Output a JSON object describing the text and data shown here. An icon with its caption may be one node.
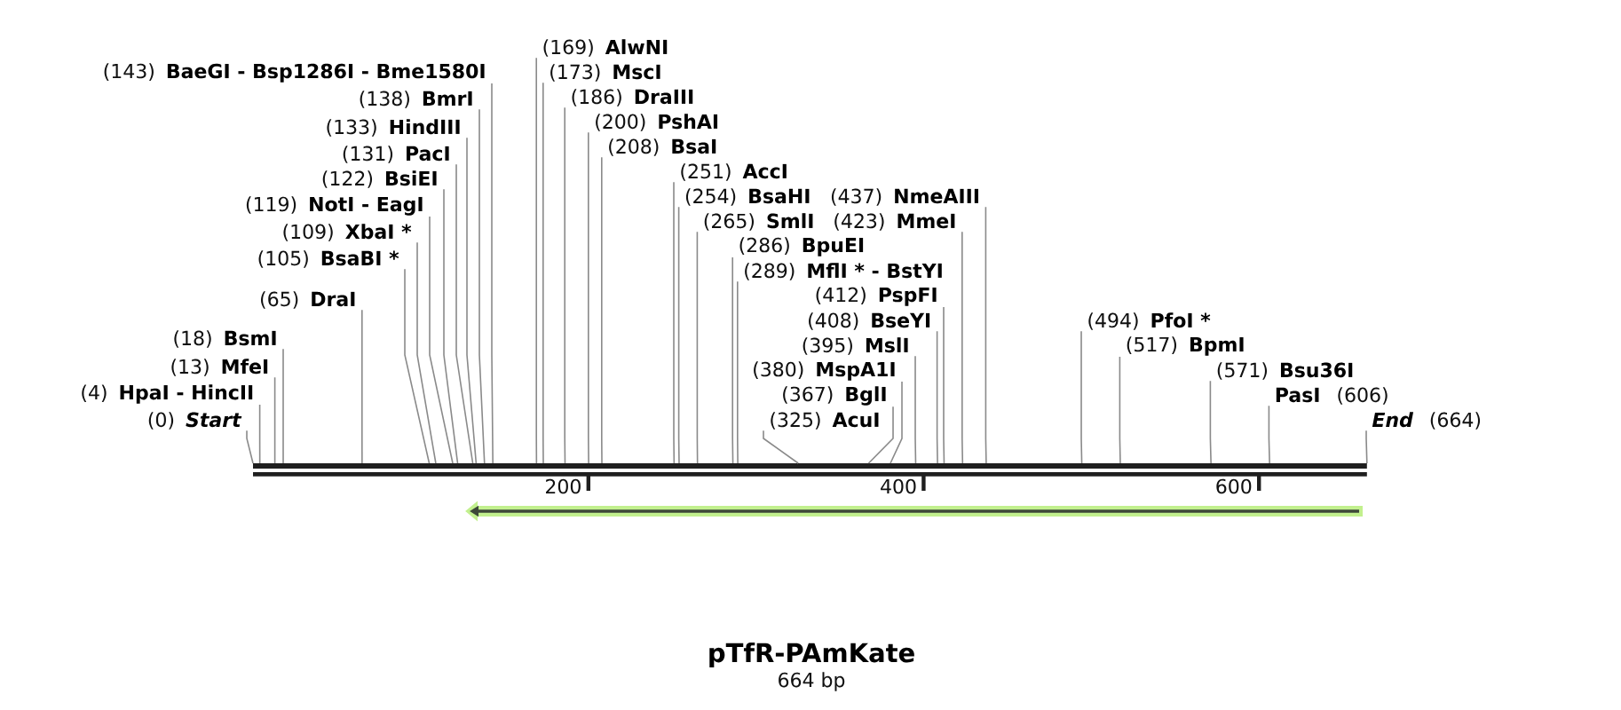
{
  "diagram": {
    "title": "pTfR-PAmKate",
    "caption": "664 bp",
    "nodes": [
      {
        "text": [
          "(143)",
          "BaeGI - Bsp1286I - Bme1580I"
        ]
      },
      {
        "text": [
          "(138)",
          "BmrI"
        ]
      },
      {
        "text": [
          "(133)",
          "HindIII"
        ]
      },
      {
        "text": [
          "(131)",
          "PacI"
        ]
      },
      {
        "text": [
          "(289)",
          "MflI * - BstYI"
        ]
      },
      {
        "text": [
          "(122)",
          "BsiEI"
        ]
      },
      {
        "text": [
          "(286)",
          "BpuEI"
        ]
      },
      {
        "text": [
          "(119)",
          "NotI - EagI"
        ]
      },
      {
        "text": [
          "(265)",
          "SmlI"
        ]
      },
      {
        "text": [
          "(437)",
          "NmeAIII"
        ]
      },
      {
        "text": [
          "(109)",
          "XbaI *"
        ]
      },
      {
        "text": [
          "(254)",
          "BsaHI"
        ]
      },
      {
        "text": [
          "(423)",
          "MmeI"
        ]
      },
      {
        "text": [
          "(105)",
          "BsaBI *"
        ]
      },
      {
        "text": [
          "(251)",
          "AccI"
        ]
      },
      {
        "text": [
          "(412)",
          "PspFI"
        ]
      },
      {
        "text": [
          "(65)",
          "DraI"
        ]
      },
      {
        "text": [
          "(408)",
          "BseYI"
        ]
      },
      {
        "text": [
          "(208)",
          "BsaI"
        ]
      },
      {
        "text": [
          "(395)",
          "MslI"
        ]
      },
      {
        "text": [
          "(18)",
          "BsmI"
        ]
      },
      {
        "text": [
          "(200)",
          "PshAI"
        ]
      },
      {
        "text": [
          "(571)",
          "Bsu36I"
        ]
      },
      {
        "text": [
          "(380)",
          "MspA1I"
        ]
      },
      {
        "text": [
          "(13)",
          "MfeI"
        ]
      },
      {
        "text": [
          "(186)",
          "DraIII"
        ]
      },
      {
        "text": [
          "(367)",
          "BglI"
        ]
      },
      {
        "text": [
          "(517)",
          "BpmI"
        ]
      },
      {
        "text": [
          "PasI",
          "(606)"
        ]
      },
      {
        "text": [
          "(4)",
          "HpaI - HincII"
        ]
      },
      {
        "text": [
          "(173)",
          "MscI"
        ]
      },
      {
        "text": [
          "(0)",
          "Start"
        ]
      },
      {
        "text": [
          "(169)",
          "AlwNI"
        ]
      },
      {
        "text": [
          "(325)",
          "AcuI"
        ]
      },
      {
        "text": [
          "(494)",
          "PfoI *"
        ]
      },
      {
        "text": [
          "End",
          "(664)"
        ]
      },
      {
        "text": [],
        "shape": "bar"
      }
    ],
    "edges": [
      {
        "from": 0,
        "to": 36,
        "arrow": "none"
      },
      {
        "from": 1,
        "to": 36,
        "arrow": "none"
      },
      {
        "from": 2,
        "to": 36,
        "arrow": "none"
      },
      {
        "from": 3,
        "to": 36,
        "arrow": "none"
      },
      {
        "from": 4,
        "to": 36,
        "arrow": "none"
      },
      {
        "from": 5,
        "to": 36,
        "arrow": "none"
      },
      {
        "from": 6,
        "to": 36,
        "arrow": "none"
      },
      {
        "from": 7,
        "to": 36,
        "arrow": "none"
      },
      {
        "from": 8,
        "to": 36,
        "arrow": "none"
      },
      {
        "from": 9,
        "to": 36,
        "arrow": "none"
      },
      {
        "from": 10,
        "to": 36,
        "arrow": "none"
      },
      {
        "from": 11,
        "to": 36,
        "arrow": "none"
      },
      {
        "from": 12,
        "to": 36,
        "arrow": "none"
      },
      {
        "from": 13,
        "to": 36,
        "arrow": "none"
      },
      {
        "from": 14,
        "to": 36,
        "arrow": "none"
      },
      {
        "from": 15,
        "to": 36,
        "arrow": "none"
      },
      {
        "from": 16,
        "to": 36,
        "arrow": "none"
      },
      {
        "from": 17,
        "to": 36,
        "arrow": "none"
      },
      {
        "from": 18,
        "to": 36,
        "arrow": "none"
      },
      {
        "from": 19,
        "to": 36,
        "arrow": "none"
      },
      {
        "from": 20,
        "to": 36,
        "arrow": "none"
      },
      {
        "from": 21,
        "to": 36,
        "arrow": "none"
      },
      {
        "from": 22,
        "to": 36,
        "arrow": "none"
      },
      {
        "from": 23,
        "to": 36,
        "arrow": "none"
      },
      {
        "from": 24,
        "to": 36,
        "arrow": "none"
      },
      {
        "from": 25,
        "to": 36,
        "arrow": "none"
      },
      {
        "from": 26,
        "to": 36,
        "arrow": "none"
      },
      {
        "from": 27,
        "to": 36,
        "arrow": "none"
      },
      {
        "from": 28,
        "to": 36,
        "arrow": "none"
      },
      {
        "from": 29,
        "to": 36,
        "arrow": "none"
      },
      {
        "from": 30,
        "to": 36,
        "arrow": "none"
      },
      {
        "from": 31,
        "to": 36,
        "arrow": "none"
      },
      {
        "from": 32,
        "to": 36,
        "arrow": "none"
      },
      {
        "from": 33,
        "to": 36,
        "arrow": "none"
      },
      {
        "from": 34,
        "to": 36,
        "arrow": "none"
      },
      {
        "from": 35,
        "to": 36,
        "arrow": "none"
      }
    ],
    "labels": [
      "200",
      "400",
      "600"
    ]
  }
}
